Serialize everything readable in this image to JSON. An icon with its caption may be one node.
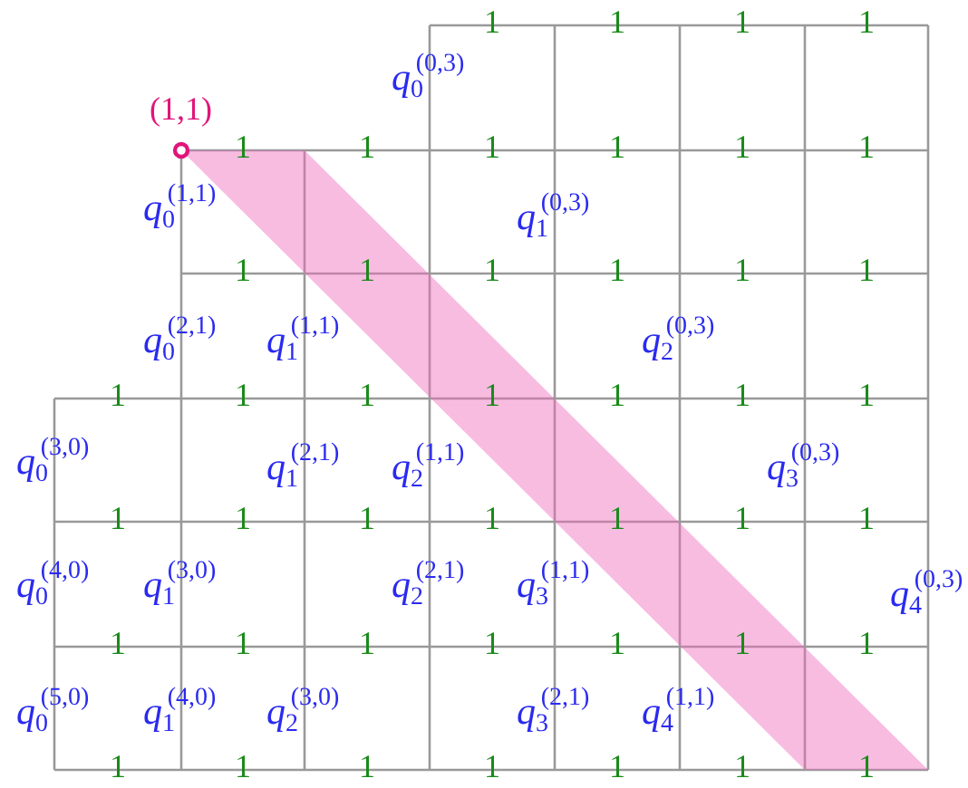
{
  "diagram": {
    "labels": [
      "1",
      "1",
      "1",
      "1",
      "*q*$_{0}$$^{(0,3)}$",
      "(1,1)",
      "1",
      "1",
      "1",
      "1",
      "1",
      "1",
      "*q*$_{0}$$^{(1,1)}$",
      "*q*$_{1}$$^{(0,3)}$",
      "1",
      "1",
      "1",
      "1",
      "1",
      "1",
      "*q*$_{0}$$^{(2,1)}$",
      "*q*$_{1}$$^{(1,1)}$",
      "*q*$_{2}$$^{(0,3)}$",
      "1",
      "1",
      "1",
      "1",
      "1",
      "1",
      "1",
      "*q*$_{0}$$^{(3,0)}$",
      "*q*$_{1}$$^{(2,1)}$",
      "*q*$_{2}$$^{(1,1)}$",
      "*q*$_{3}$$^{(0,3)}$",
      "1",
      "1",
      "1",
      "1",
      "1",
      "1",
      "1",
      "*q*$_{0}$$^{(4,0)}$",
      "*q*$_{1}$$^{(3,0)}$",
      "*q*$_{2}$$^{(2,1)}$",
      "*q*$_{3}$$^{(1,1)}$",
      "*q*$_{4}$$^{(0,3)}$",
      "1",
      "1",
      "1",
      "1",
      "1",
      "1",
      "1",
      "*q*$_{0}$$^{(5,0)}$",
      "*q*$_{1}$$^{(4,0)}$",
      "*q*$_{2}$$^{(3,0)}$",
      "*q*$_{3}$$^{(2,1)}$",
      "*q*$_{4}$$^{(1,1)}$",
      "1",
      "1",
      "1",
      "1",
      "1",
      "1",
      "1"
    ]
  }
}
